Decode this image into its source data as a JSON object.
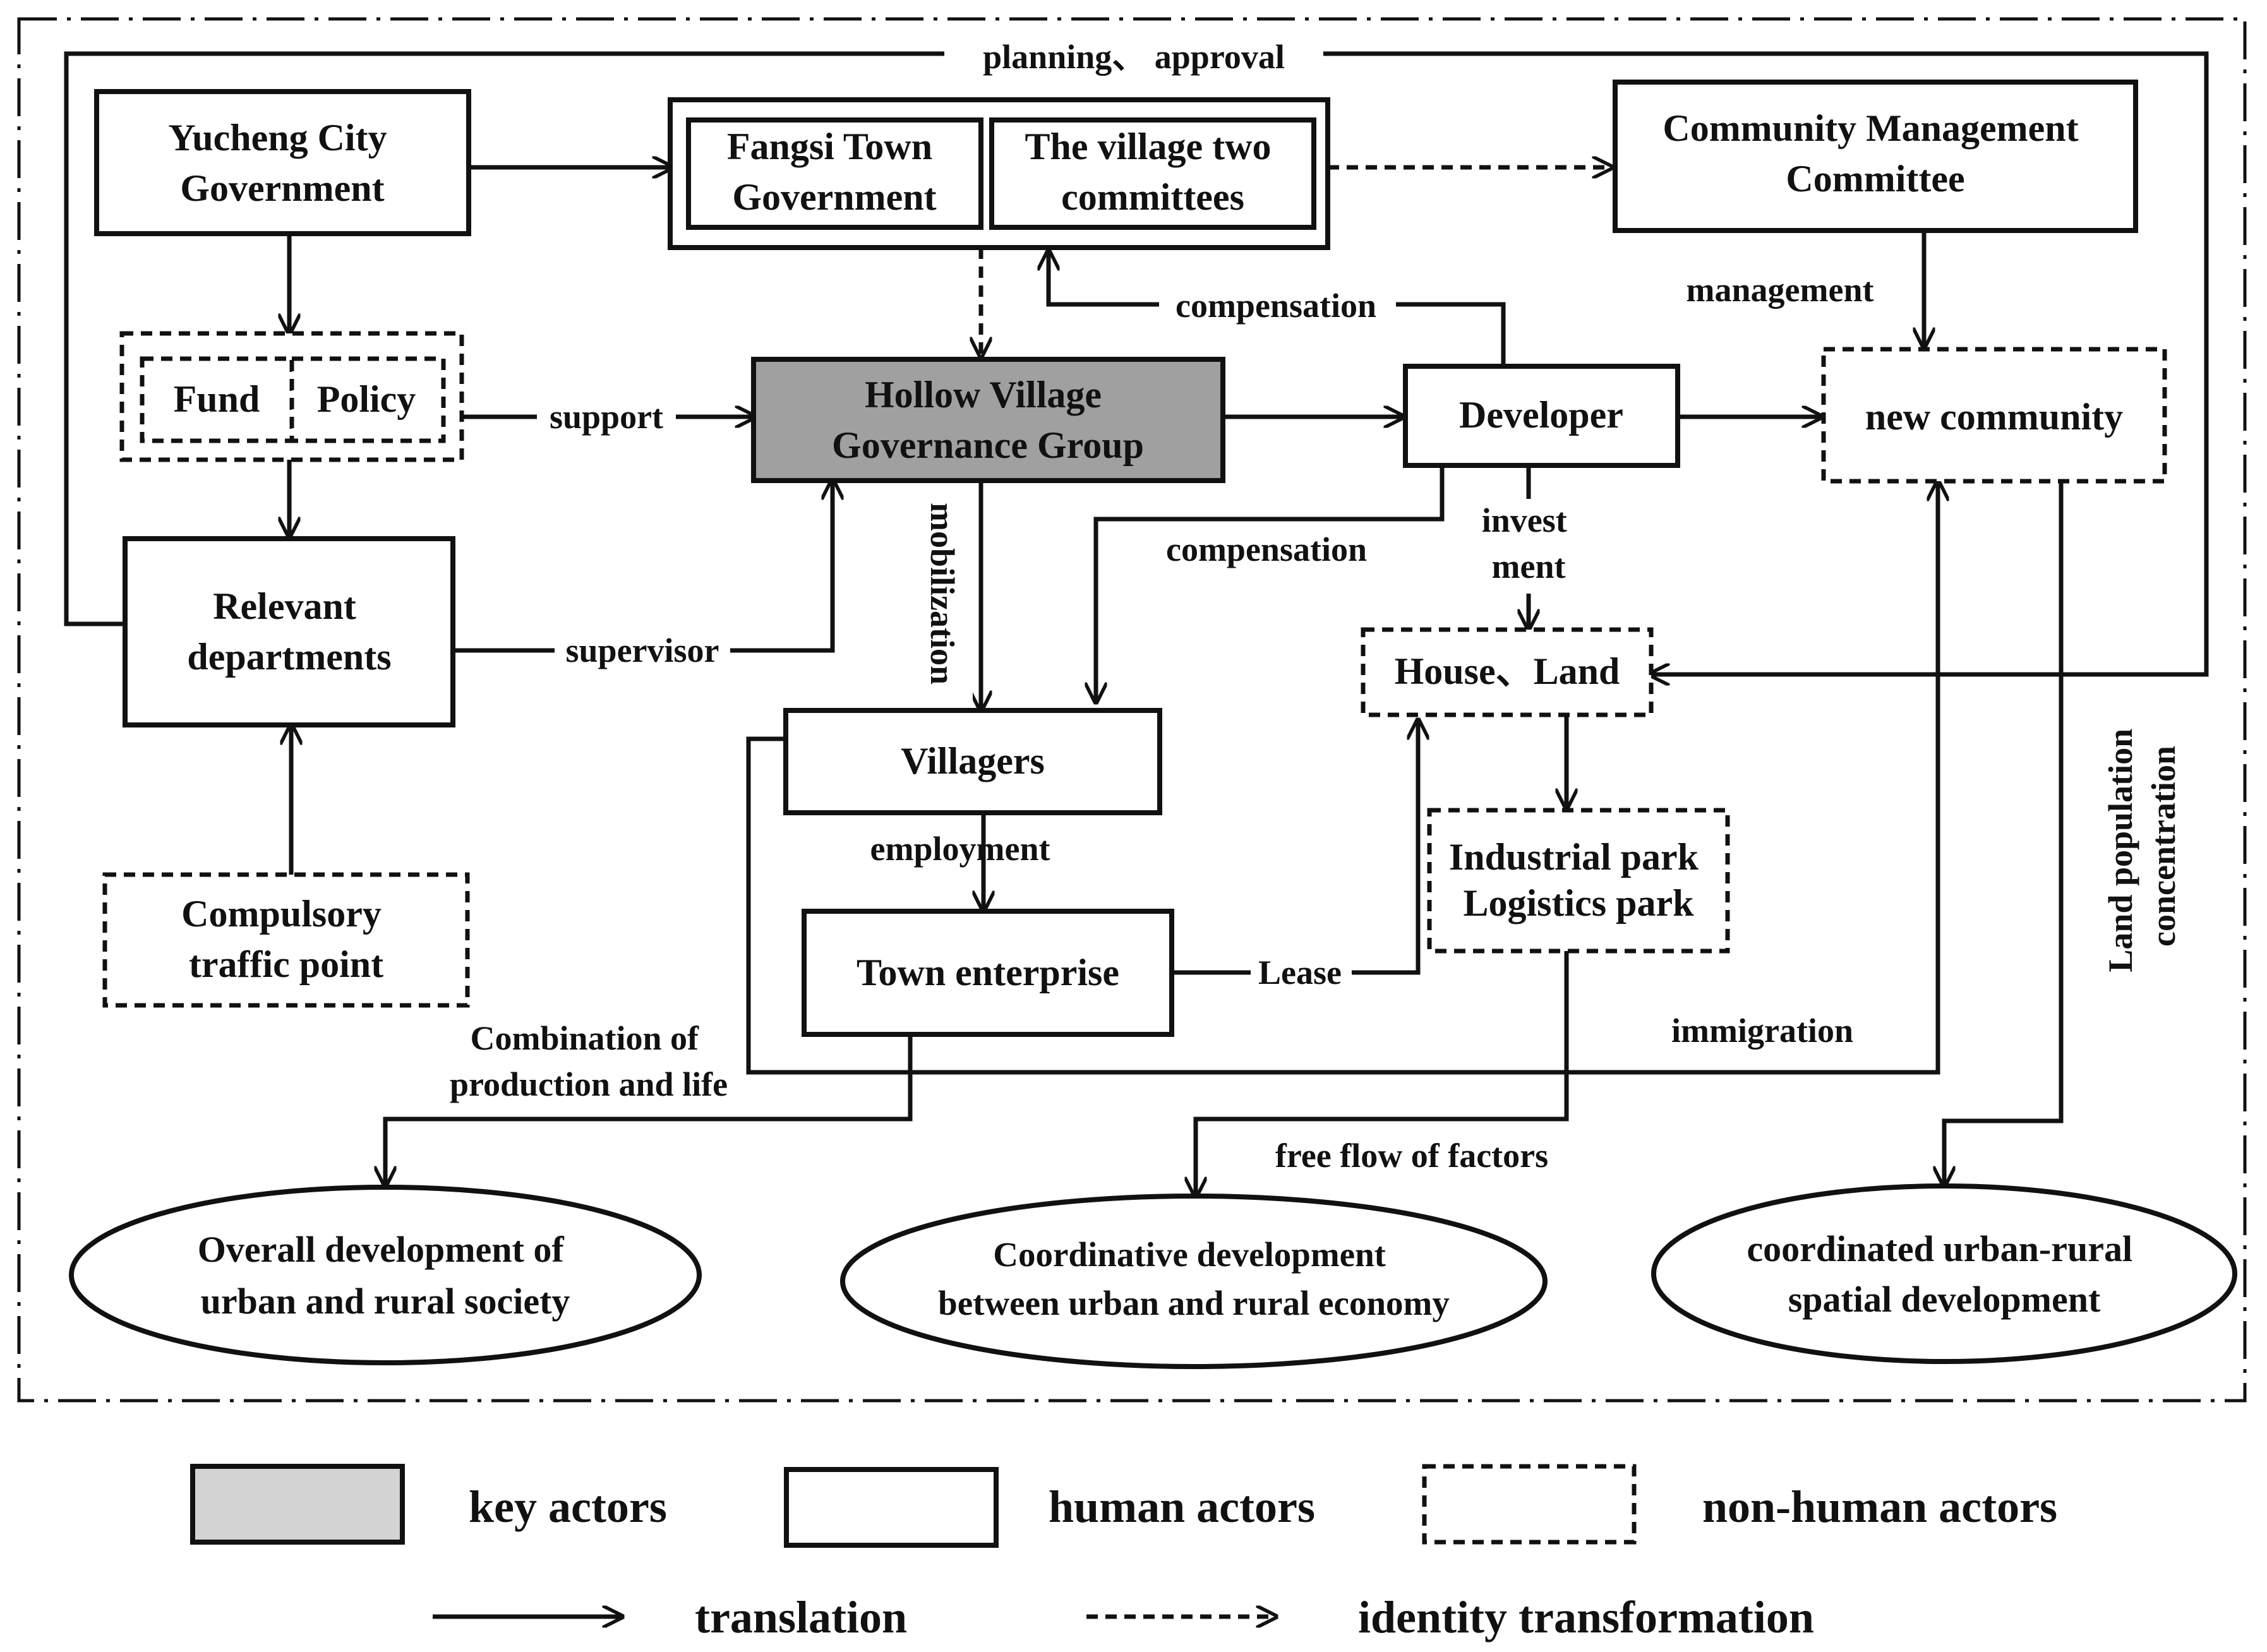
{
  "nodes": {
    "yucheng_gov": [
      "Yucheng City",
      "Government"
    ],
    "fangsi_gov": [
      "Fangsi Town",
      "Government"
    ],
    "village_committees": [
      "The village two",
      "committees"
    ],
    "community_committee": [
      "Community Management",
      "Committee"
    ],
    "fund": "Fund",
    "policy": "Policy",
    "hollow_group": [
      "Hollow Village",
      "Governance Group"
    ],
    "developer": "Developer",
    "new_community": "new community",
    "relevant_departments": [
      "Relevant",
      "departments"
    ],
    "house_land": "House、Land",
    "villagers": "Villagers",
    "industrial_park": [
      "Industrial park",
      "Logistics park"
    ],
    "compulsory_traffic": [
      "Compulsory",
      "traffic point"
    ],
    "town_enterprise": "Town enterprise",
    "outcome_society": [
      "Overall development of",
      "urban and rural society"
    ],
    "outcome_economy": [
      "Coordinative development",
      "between urban and rural economy"
    ],
    "outcome_spatial": [
      "coordinated urban-rural",
      "spatial development"
    ]
  },
  "edge_labels": {
    "planning_approval": "planning、 approval",
    "compensation_top": "compensation",
    "management": "management",
    "support": "support",
    "mobilization": "mobilization",
    "compensation_mid": "compensation",
    "investment": [
      "invest",
      "ment"
    ],
    "supervisor": "supervisor",
    "employment": "employment",
    "lease": "Lease",
    "land_population": [
      "Land population",
      "concentration"
    ],
    "combination": [
      "Combination of",
      "production and life"
    ],
    "immigration": "immigration",
    "free_flow": "free flow of factors"
  },
  "legend": {
    "key_actors": "key actors",
    "human_actors": "human actors",
    "non_human_actors": "non-human actors",
    "translation": "translation",
    "identity_transformation": "identity transformation"
  },
  "colors": {
    "key_actor_fill": "#a0a0a0",
    "legend_key_fill": "#d3d3d3",
    "stroke": "#111111"
  }
}
